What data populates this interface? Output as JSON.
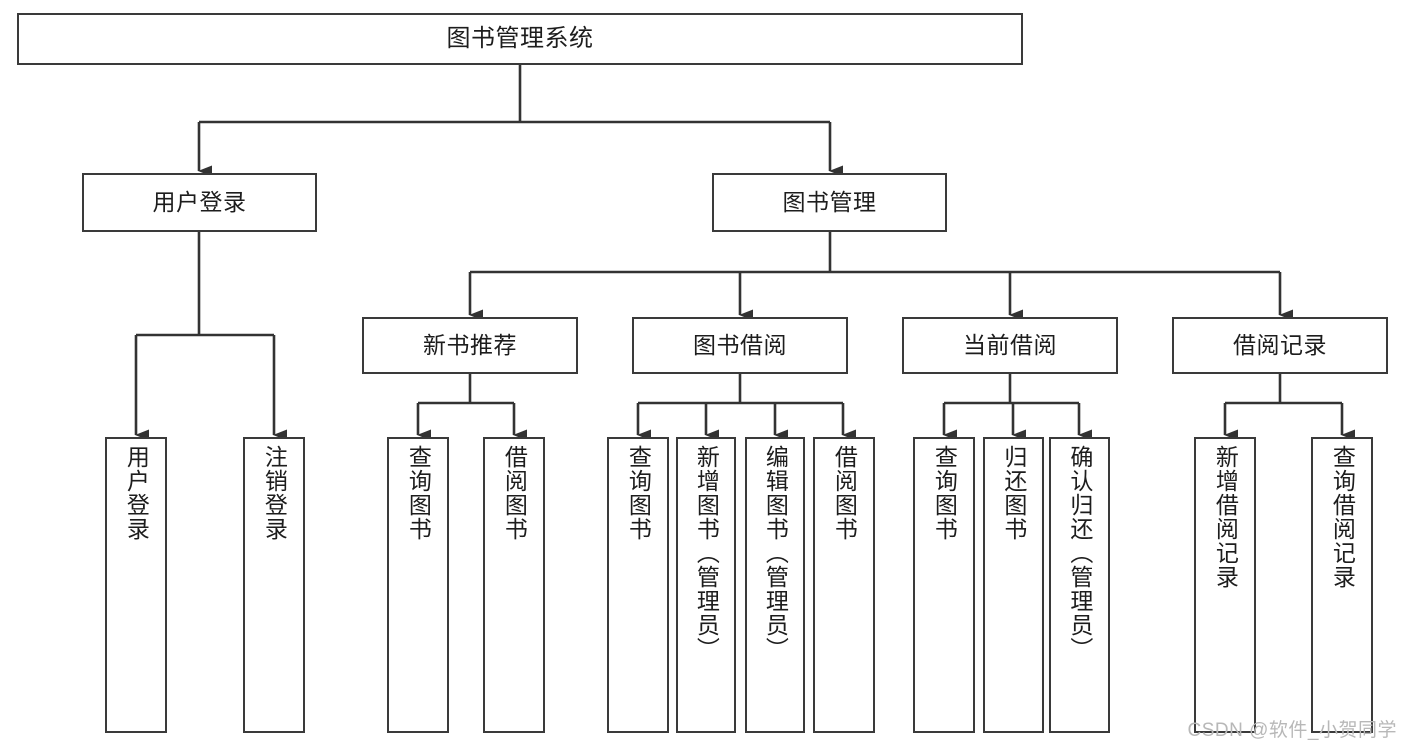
{
  "diagram": {
    "title": "图书管理系统",
    "type": "tree",
    "orientation": "top-down",
    "colors": {
      "node_border": "#3a3a3a",
      "node_fill": "#ffffff",
      "edge": "#333333",
      "text": "#1d1d1d",
      "background": "#ffffff",
      "watermark": "#b8b8b8"
    },
    "levels": [
      {
        "level": 1,
        "nodes": [
          {
            "id": "root",
            "label": "图书管理系统",
            "text_direction": "horizontal"
          }
        ]
      },
      {
        "level": 2,
        "nodes": [
          {
            "id": "login",
            "label": "用户登录",
            "text_direction": "horizontal",
            "parent": "root"
          },
          {
            "id": "bookmgmt",
            "label": "图书管理",
            "text_direction": "horizontal",
            "parent": "root"
          }
        ]
      },
      {
        "level": 3,
        "nodes": [
          {
            "id": "newbook",
            "label": "新书推荐",
            "text_direction": "horizontal",
            "parent": "bookmgmt"
          },
          {
            "id": "borrow",
            "label": "图书借阅",
            "text_direction": "horizontal",
            "parent": "bookmgmt"
          },
          {
            "id": "current",
            "label": "当前借阅",
            "text_direction": "horizontal",
            "parent": "bookmgmt"
          },
          {
            "id": "records",
            "label": "借阅记录",
            "text_direction": "horizontal",
            "parent": "bookmgmt"
          }
        ]
      },
      {
        "level": 4,
        "nodes": [
          {
            "id": "leaf1",
            "label": "用户登录",
            "text_direction": "vertical",
            "parent": "login"
          },
          {
            "id": "leaf2",
            "label": "注销登录",
            "text_direction": "vertical",
            "parent": "login"
          },
          {
            "id": "leaf3",
            "label": "查询图书",
            "text_direction": "vertical",
            "parent": "newbook"
          },
          {
            "id": "leaf4",
            "label": "借阅图书",
            "text_direction": "vertical",
            "parent": "newbook"
          },
          {
            "id": "leaf5",
            "label": "查询图书",
            "text_direction": "vertical",
            "parent": "borrow"
          },
          {
            "id": "leaf6",
            "label": "新增图书（管理员）",
            "text_direction": "vertical",
            "parent": "borrow"
          },
          {
            "id": "leaf7",
            "label": "编辑图书（管理员）",
            "text_direction": "vertical",
            "parent": "borrow"
          },
          {
            "id": "leaf8",
            "label": "借阅图书",
            "text_direction": "vertical",
            "parent": "borrow"
          },
          {
            "id": "leaf9",
            "label": "查询图书",
            "text_direction": "vertical",
            "parent": "current"
          },
          {
            "id": "leaf10",
            "label": "归还图书",
            "text_direction": "vertical",
            "parent": "current"
          },
          {
            "id": "leaf11",
            "label": "确认归还（管理员）",
            "text_direction": "vertical",
            "parent": "current"
          },
          {
            "id": "leaf12",
            "label": "新增借阅记录",
            "text_direction": "vertical",
            "parent": "records"
          },
          {
            "id": "leaf13",
            "label": "查询借阅记录",
            "text_direction": "vertical",
            "parent": "records"
          }
        ]
      }
    ]
  },
  "watermark": {
    "text": "CSDN @软件_小贺同学"
  }
}
